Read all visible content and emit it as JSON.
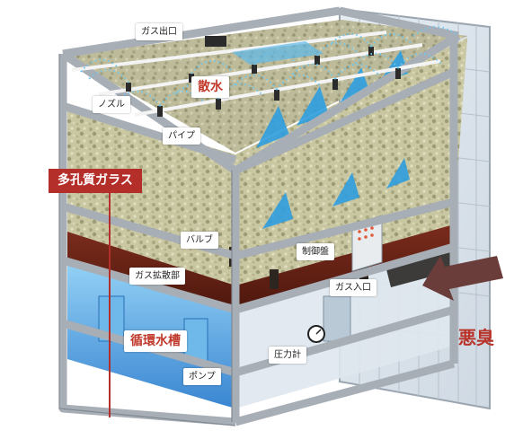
{
  "colors": {
    "accent_red": "#c0392b",
    "banner_red": "#b52f2a",
    "odor_red": "#b8342b",
    "frame_gray": "#a7aeb6",
    "water_blue": "#3f8fd6",
    "tank_brown": "#6b2417",
    "arrow_brown": "#6a3c3a",
    "media_green": "#c7c49d",
    "spray_blue": "#6ec8f0"
  },
  "labels": {
    "gas_outlet": "ガス出口",
    "nozzle": "ノズル",
    "pipe": "パイプ",
    "sprinkling": "散水",
    "porous_glass": "多孔質ガラス",
    "valve": "バルブ",
    "control_panel": "制御盤",
    "gas_diffuser": "ガス拡散部",
    "gas_inlet": "ガス入口",
    "circulation_tank": "循環水槽",
    "pressure_gauge": "圧力計",
    "pump": "ポンプ",
    "bad_odor": "悪臭"
  }
}
